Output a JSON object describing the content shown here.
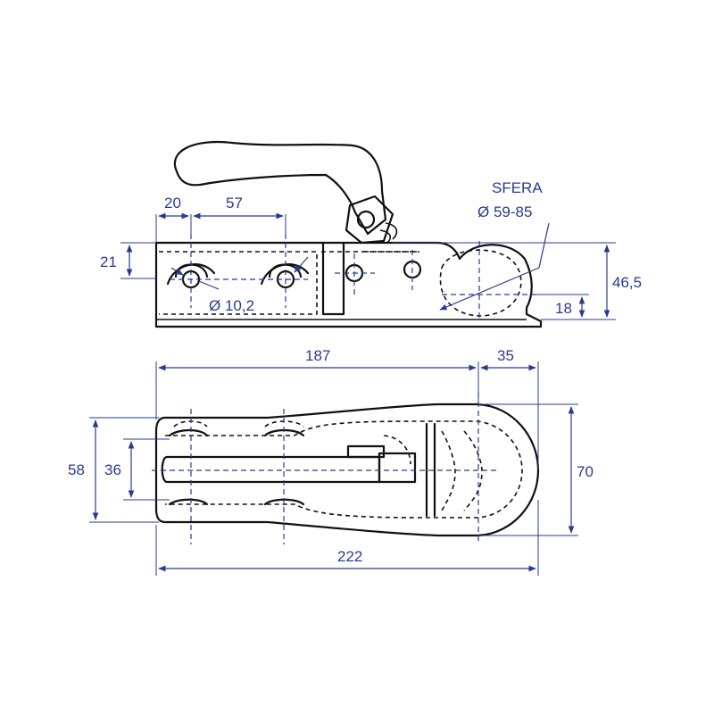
{
  "colors": {
    "outline": "#111111",
    "dimension": "#2a3b8f",
    "background": "#ffffff"
  },
  "side_view": {
    "labels": {
      "hole_spacing_a": "20",
      "hole_spacing_b": "57",
      "front_height": "21",
      "hole_diameter": "Ø 10,2",
      "ball_label": "SFERA",
      "ball_diameter": "Ø 59-85",
      "total_height": "46,5",
      "ball_center_height": "18"
    }
  },
  "top_view": {
    "labels": {
      "length_to_ball": "187",
      "ball_offset": "35",
      "outer_width": "58",
      "inner_width": "36",
      "head_width": "70",
      "total_length": "222"
    }
  }
}
